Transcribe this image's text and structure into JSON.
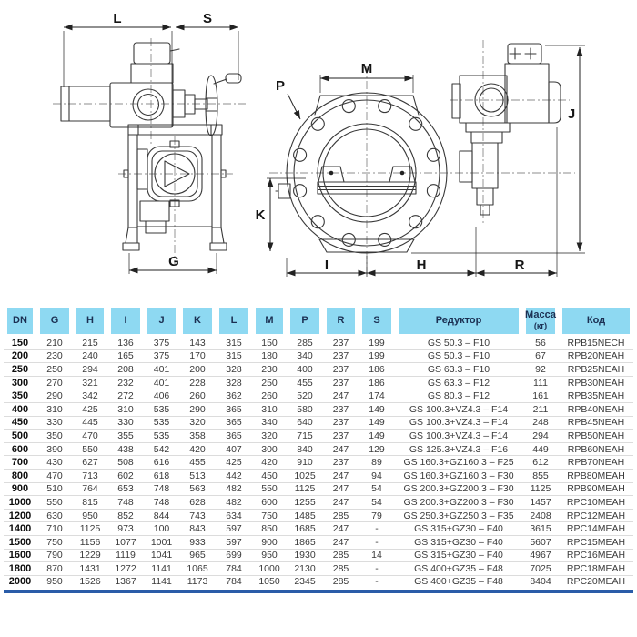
{
  "diagram": {
    "labels": {
      "L": "L",
      "S": "S",
      "G": "G",
      "M": "M",
      "P": "P",
      "J": "J",
      "K": "K",
      "I": "I",
      "H": "H",
      "R": "R"
    },
    "p_label_color": "#33527e"
  },
  "table": {
    "header_bg": "#8ed9f2",
    "header_text_color": "#1b2f52",
    "bottom_bar_color": "#2a5ca8",
    "headers": [
      {
        "key": "dn",
        "label": "DN"
      },
      {
        "key": "g",
        "label": "G"
      },
      {
        "key": "h",
        "label": "H"
      },
      {
        "key": "i",
        "label": "I"
      },
      {
        "key": "j",
        "label": "J"
      },
      {
        "key": "k",
        "label": "K"
      },
      {
        "key": "l",
        "label": "L"
      },
      {
        "key": "m",
        "label": "M"
      },
      {
        "key": "p",
        "label": "P"
      },
      {
        "key": "r",
        "label": "R"
      },
      {
        "key": "s",
        "label": "S"
      },
      {
        "key": "reducer",
        "label": "Редуктор"
      },
      {
        "key": "mass",
        "label": "Масса",
        "sub": "(кг)"
      },
      {
        "key": "code",
        "label": "Код"
      }
    ],
    "rows": [
      [
        "150",
        "210",
        "215",
        "136",
        "375",
        "143",
        "315",
        "150",
        "285",
        "237",
        "199",
        "GS 50.3 – F10",
        "56",
        "RPB15NECH"
      ],
      [
        "200",
        "230",
        "240",
        "165",
        "375",
        "170",
        "315",
        "180",
        "340",
        "237",
        "199",
        "GS 50.3 – F10",
        "67",
        "RPB20NEAH"
      ],
      [
        "250",
        "250",
        "294",
        "208",
        "401",
        "200",
        "328",
        "230",
        "400",
        "237",
        "186",
        "GS 63.3 – F10",
        "92",
        "RPB25NEAH"
      ],
      [
        "300",
        "270",
        "321",
        "232",
        "401",
        "228",
        "328",
        "250",
        "455",
        "237",
        "186",
        "GS 63.3 – F12",
        "111",
        "RPB30NEAH"
      ],
      [
        "350",
        "290",
        "342",
        "272",
        "406",
        "260",
        "362",
        "260",
        "520",
        "247",
        "174",
        "GS 80.3 – F12",
        "161",
        "RPB35NEAH"
      ],
      [
        "400",
        "310",
        "425",
        "310",
        "535",
        "290",
        "365",
        "310",
        "580",
        "237",
        "149",
        "GS 100.3+VZ4.3 – F14",
        "211",
        "RPB40NEAH"
      ],
      [
        "450",
        "330",
        "445",
        "330",
        "535",
        "320",
        "365",
        "340",
        "640",
        "237",
        "149",
        "GS 100.3+VZ4.3 – F14",
        "248",
        "RPB45NEAH"
      ],
      [
        "500",
        "350",
        "470",
        "355",
        "535",
        "358",
        "365",
        "320",
        "715",
        "237",
        "149",
        "GS 100.3+VZ4.3 – F14",
        "294",
        "RPB50NEAH"
      ],
      [
        "600",
        "390",
        "550",
        "438",
        "542",
        "420",
        "407",
        "300",
        "840",
        "247",
        "129",
        "GS 125.3+VZ4.3 – F16",
        "449",
        "RPB60NEAH"
      ],
      [
        "700",
        "430",
        "627",
        "508",
        "616",
        "455",
        "425",
        "420",
        "910",
        "237",
        "89",
        "GS 160.3+GZ160.3 – F25",
        "612",
        "RPB70NEAH"
      ],
      [
        "800",
        "470",
        "713",
        "602",
        "618",
        "513",
        "442",
        "450",
        "1025",
        "247",
        "94",
        "GS 160.3+GZ160.3 – F30",
        "855",
        "RPB80MEAH"
      ],
      [
        "900",
        "510",
        "764",
        "653",
        "748",
        "563",
        "482",
        "550",
        "1125",
        "247",
        "54",
        "GS 200.3+GZ200.3 – F30",
        "1125",
        "RPB90MEAH"
      ],
      [
        "1000",
        "550",
        "815",
        "748",
        "748",
        "628",
        "482",
        "600",
        "1255",
        "247",
        "54",
        "GS 200.3+GZ200.3 – F30",
        "1457",
        "RPC10MEAH"
      ],
      [
        "1200",
        "630",
        "950",
        "852",
        "844",
        "743",
        "634",
        "750",
        "1485",
        "285",
        "79",
        "GS 250.3+GZ250.3 – F35",
        "2408",
        "RPC12MEAH"
      ],
      [
        "1400",
        "710",
        "1125",
        "973",
        "100",
        "843",
        "597",
        "850",
        "1685",
        "247",
        "-",
        "GS 315+GZ30 – F40",
        "3615",
        "RPC14MEAH"
      ],
      [
        "1500",
        "750",
        "1156",
        "1077",
        "1001",
        "933",
        "597",
        "900",
        "1865",
        "247",
        "-",
        "GS 315+GZ30 – F40",
        "5607",
        "RPC15MEAH"
      ],
      [
        "1600",
        "790",
        "1229",
        "1119",
        "1041",
        "965",
        "699",
        "950",
        "1930",
        "285",
        "14",
        "GS 315+GZ30 – F40",
        "4967",
        "RPC16MEAH"
      ],
      [
        "1800",
        "870",
        "1431",
        "1272",
        "1141",
        "1065",
        "784",
        "1000",
        "2130",
        "285",
        "-",
        "GS 400+GZ35 – F48",
        "7025",
        "RPC18MEAH"
      ],
      [
        "2000",
        "950",
        "1526",
        "1367",
        "1141",
        "1173",
        "784",
        "1050",
        "2345",
        "285",
        "-",
        "GS 400+GZ35 – F48",
        "8404",
        "RPC20MEAH"
      ]
    ]
  }
}
